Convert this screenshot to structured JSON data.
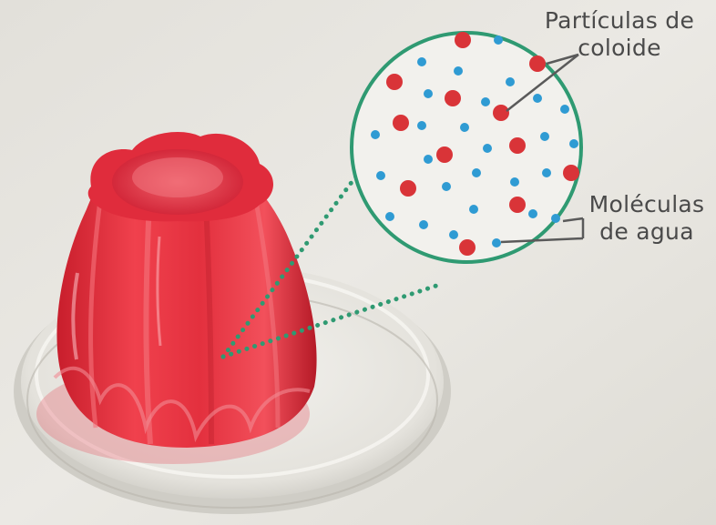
{
  "labels": {
    "colloid_line1": "Partículas de",
    "colloid_line2": "coloide",
    "water_line1": "Moléculas",
    "water_line2": "de agua"
  },
  "colors": {
    "background": "#e9e7e1",
    "gelatin": "#e0323f",
    "circle_border": "#2f9a72",
    "colloid_particle": "#d93438",
    "water_molecule": "#2f9bd3",
    "leader_line": "#5a5a5a"
  },
  "legend": {
    "colloid_particle_icon": "red-dot",
    "water_molecule_icon": "blue-dot"
  }
}
